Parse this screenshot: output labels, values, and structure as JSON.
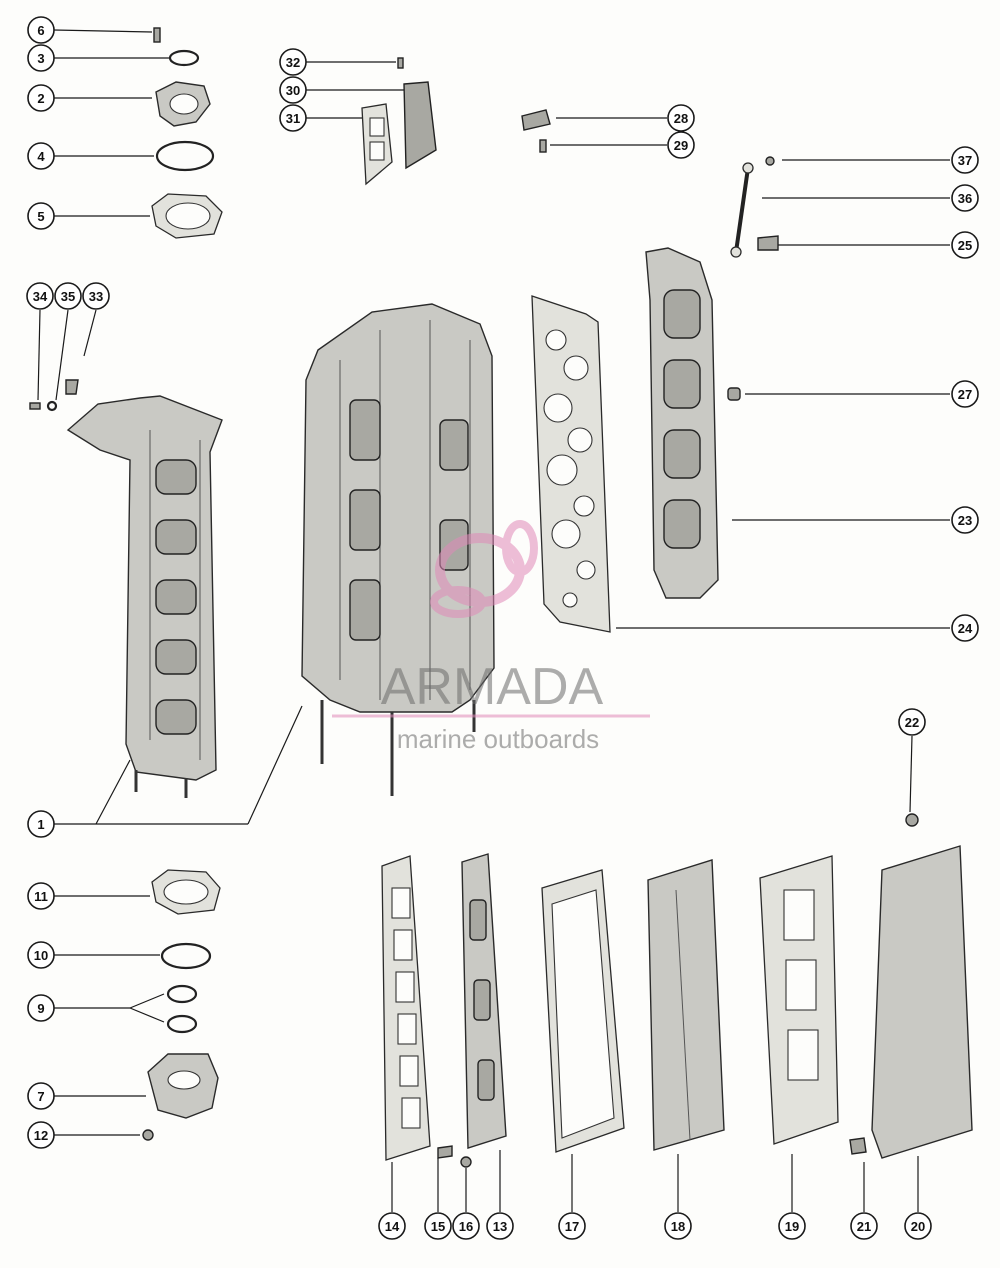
{
  "callouts": [
    {
      "id": "1",
      "label": "1"
    },
    {
      "id": "2",
      "label": "2"
    },
    {
      "id": "3",
      "label": "3"
    },
    {
      "id": "4",
      "label": "4"
    },
    {
      "id": "5",
      "label": "5"
    },
    {
      "id": "6",
      "label": "6"
    },
    {
      "id": "7",
      "label": "7"
    },
    {
      "id": "9",
      "label": "9"
    },
    {
      "id": "10",
      "label": "10"
    },
    {
      "id": "11",
      "label": "11"
    },
    {
      "id": "12",
      "label": "12"
    },
    {
      "id": "13",
      "label": "13"
    },
    {
      "id": "14",
      "label": "14"
    },
    {
      "id": "15",
      "label": "15"
    },
    {
      "id": "16",
      "label": "16"
    },
    {
      "id": "17",
      "label": "17"
    },
    {
      "id": "18",
      "label": "18"
    },
    {
      "id": "19",
      "label": "19"
    },
    {
      "id": "20",
      "label": "20"
    },
    {
      "id": "21",
      "label": "21"
    },
    {
      "id": "22",
      "label": "22"
    },
    {
      "id": "23",
      "label": "23"
    },
    {
      "id": "24",
      "label": "24"
    },
    {
      "id": "25",
      "label": "25"
    },
    {
      "id": "27",
      "label": "27"
    },
    {
      "id": "28",
      "label": "28"
    },
    {
      "id": "29",
      "label": "29"
    },
    {
      "id": "30",
      "label": "30"
    },
    {
      "id": "31",
      "label": "31"
    },
    {
      "id": "32",
      "label": "32"
    },
    {
      "id": "33",
      "label": "33"
    },
    {
      "id": "34",
      "label": "34"
    },
    {
      "id": "35",
      "label": "35"
    },
    {
      "id": "36",
      "label": "36"
    },
    {
      "id": "37",
      "label": "37"
    }
  ],
  "watermark": {
    "brand": "ARMADA",
    "tagline": "marine outboards",
    "accent_color": "#e08ab8",
    "icon": "propeller-logo"
  }
}
